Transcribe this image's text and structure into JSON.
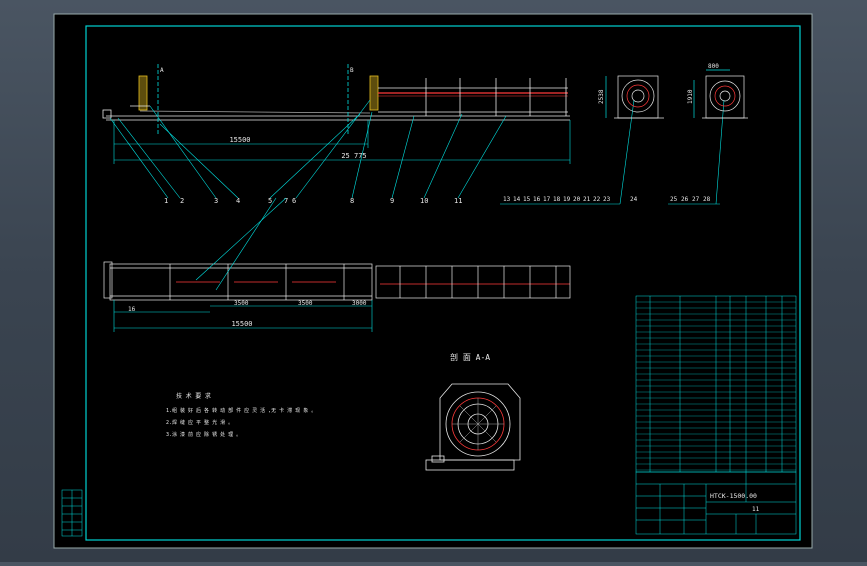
{
  "drawing": {
    "title_code": "HTCK-1500.00",
    "title_code_suffix": "11",
    "section_label": "剖 面 A-A",
    "notes_title": "技 术 要 求",
    "notes": [
      "1.组 装 好 后 各 转 动 部 件 应 灵 活 ,无 卡 滞 现 象 。",
      "2.焊 缝 应 平 整 光 滑 。",
      "3.涂 漆 前 应 除 锈 处 理 。"
    ]
  },
  "top_view": {
    "dim_total": "25 775",
    "dim_front": "15500",
    "section_mark_a": "A",
    "section_mark_b": "B",
    "balloons": [
      "1",
      "2",
      "3",
      "4",
      "5",
      "7",
      "6",
      "8",
      "9",
      "10",
      "11"
    ],
    "balloons_right": [
      "13",
      "14",
      "15",
      "16",
      "17",
      "18",
      "19",
      "20",
      "21",
      "22",
      "23",
      "24",
      "25",
      "26",
      "27",
      "28"
    ]
  },
  "end_views": {
    "height_left": "2538",
    "height_right": "1910",
    "width_right": "800"
  },
  "plan_view": {
    "dim_lead": "16",
    "dim_span_1": "3500",
    "dim_span_2": "3500",
    "dim_span_3": "3000",
    "dim_total": "15500"
  },
  "colors": {
    "frame": "#00d2d2",
    "cyan": "#00e0e0",
    "yellow": "#e8c020",
    "red": "#ff3a3a",
    "white": "#e8e8e8",
    "bg": "#000000"
  }
}
